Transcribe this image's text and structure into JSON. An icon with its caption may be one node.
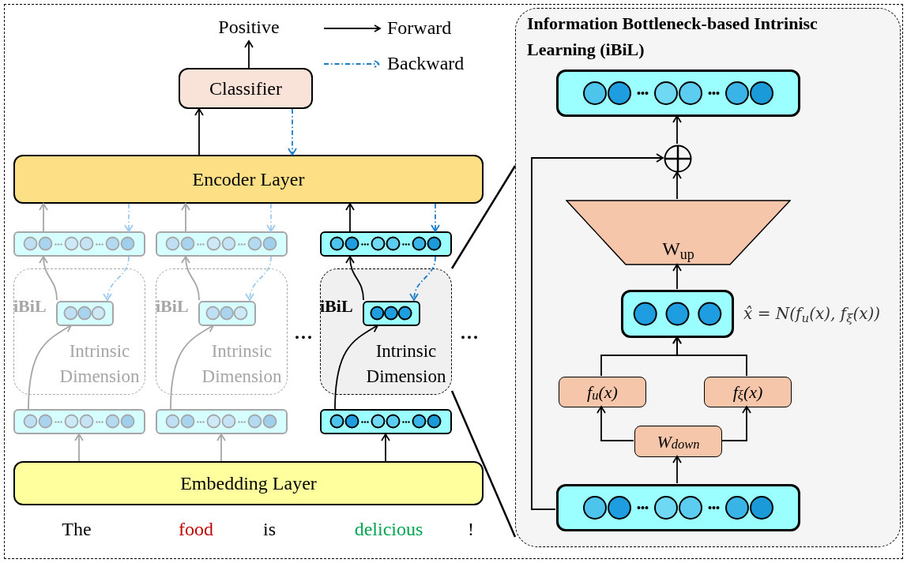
{
  "diagram": {
    "nodes": [
      {
        "text": [
          "Positive"
        ]
      },
      {
        "text": [
          "Classifier"
        ]
      },
      {
        "text": [
          "Encoder Layer"
        ]
      },
      {
        "text": [],
        "shape": "box"
      },
      {
        "text": [
          "iBiL",
          "Intrinsic Dimension"
        ]
      },
      {
        "text": [],
        "shape": "box",
        "in": 4
      },
      {
        "text": [],
        "shape": "box"
      },
      {
        "text": [],
        "shape": "box"
      },
      {
        "text": [
          "iBiL",
          "Intrinsic Dimension"
        ]
      },
      {
        "text": [],
        "shape": "box",
        "in": 8
      },
      {
        "text": [],
        "shape": "box"
      },
      {
        "text": [],
        "shape": "box"
      },
      {
        "text": [
          "iBiL",
          "Intrinsic Dimension"
        ]
      },
      {
        "text": [],
        "shape": "box",
        "in": 12
      },
      {
        "text": [],
        "shape": "box"
      },
      {
        "text": [
          "Embedding Layer"
        ]
      },
      {
        "text": [
          "Information Bottleneck-based Intrinisc Learning (iBiL)"
        ]
      },
      {
        "text": [],
        "shape": "box",
        "in": 16
      },
      {
        "text": [],
        "shape": "circle",
        "in": 16
      },
      {
        "text": [
          "W$_{up}$"
        ],
        "in": 16
      },
      {
        "text": [],
        "shape": "box",
        "in": 16,
        "beside": [
          "x̂ = N(f$_{u}$(x), f$_{ξ}$(x))"
        ]
      },
      {
        "text": [
          "f$_{u}$(x)"
        ],
        "in": 16
      },
      {
        "text": [
          "f$_{ξ}$(x)"
        ],
        "in": 16
      },
      {
        "text": [
          "W$_{down}$"
        ],
        "in": 16
      },
      {
        "text": [],
        "shape": "box",
        "in": 16
      }
    ],
    "edges": [
      {
        "from": 2,
        "to": 1,
        "arrow": "to"
      },
      {
        "from": 1,
        "to": 0,
        "arrow": "to"
      },
      {
        "from": 1,
        "to": 2,
        "arrow": "to",
        "style": "dashed",
        "color": "#1a7dc8"
      },
      {
        "from": 15,
        "to": 6,
        "arrow": "to",
        "color": "#a6a6a6"
      },
      {
        "from": 6,
        "to": 5,
        "arrow": "to",
        "color": "#a6a6a6"
      },
      {
        "from": 5,
        "to": 3,
        "arrow": "to",
        "color": "#a6a6a6"
      },
      {
        "from": 3,
        "to": 2,
        "arrow": "to",
        "color": "#a6a6a6"
      },
      {
        "from": 2,
        "to": 3,
        "arrow": "to",
        "style": "dashed",
        "color": "#9dcbee"
      },
      {
        "from": 3,
        "to": 5,
        "arrow": "to",
        "style": "dashed",
        "color": "#9dcbee"
      },
      {
        "from": 15,
        "to": 10,
        "arrow": "to",
        "color": "#a6a6a6"
      },
      {
        "from": 10,
        "to": 9,
        "arrow": "to",
        "color": "#a6a6a6"
      },
      {
        "from": 9,
        "to": 7,
        "arrow": "to",
        "color": "#a6a6a6"
      },
      {
        "from": 7,
        "to": 2,
        "arrow": "to",
        "color": "#a6a6a6"
      },
      {
        "from": 2,
        "to": 7,
        "arrow": "to",
        "style": "dashed",
        "color": "#9dcbee"
      },
      {
        "from": 7,
        "to": 9,
        "arrow": "to",
        "style": "dashed",
        "color": "#9dcbee"
      },
      {
        "from": 15,
        "to": 14,
        "arrow": "to"
      },
      {
        "from": 14,
        "to": 13,
        "arrow": "to"
      },
      {
        "from": 13,
        "to": 11,
        "arrow": "to"
      },
      {
        "from": 11,
        "to": 2,
        "arrow": "to"
      },
      {
        "from": 2,
        "to": 11,
        "arrow": "to",
        "style": "dashed",
        "color": "#1a7dc8"
      },
      {
        "from": 11,
        "to": 13,
        "arrow": "to",
        "style": "dashed",
        "color": "#1a7dc8"
      },
      {
        "from": 12,
        "to": 16,
        "arrow": "none"
      },
      {
        "from": 12,
        "to": 16,
        "arrow": "none"
      },
      {
        "from": 24,
        "to": 23,
        "arrow": "to"
      },
      {
        "from": 23,
        "to": 21,
        "arrow": "to"
      },
      {
        "from": 23,
        "to": 22,
        "arrow": "to"
      },
      {
        "from": 21,
        "to": 20,
        "arrow": "to"
      },
      {
        "from": 22,
        "to": 20,
        "arrow": "to"
      },
      {
        "from": 20,
        "to": 19,
        "arrow": "to"
      },
      {
        "from": 19,
        "to": 18,
        "arrow": "to"
      },
      {
        "from": 18,
        "to": 17,
        "arrow": "to"
      },
      {
        "from": 24,
        "to": 18,
        "arrow": "to"
      }
    ],
    "labels": [
      "···",
      "···",
      "The",
      "food",
      "is",
      "delicious",
      "!"
    ],
    "legend": [
      {
        "text": "Forward"
      },
      {
        "text": "Backward"
      }
    ]
  }
}
